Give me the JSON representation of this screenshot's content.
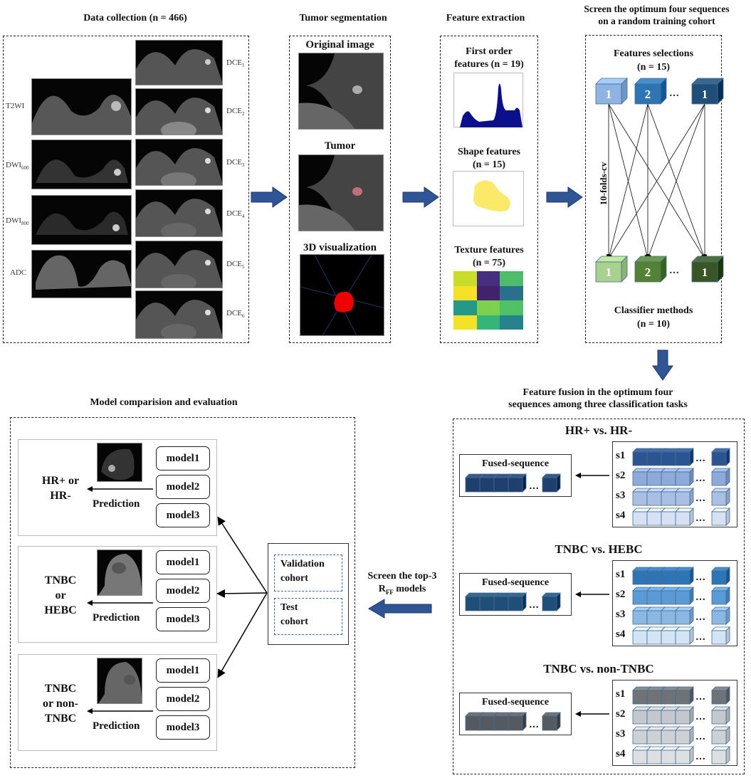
{
  "stages": {
    "data_collection": {
      "title": "Data collection (n = 466)",
      "left_sequences": [
        {
          "name": "T2WI",
          "sub": ""
        },
        {
          "name": "DWI",
          "sub": "600"
        },
        {
          "name": "DWI",
          "sub": "800"
        },
        {
          "name": "ADC",
          "sub": ""
        }
      ],
      "right_sequences": [
        {
          "name": "DCE",
          "sub": "1"
        },
        {
          "name": "DCE",
          "sub": "2"
        },
        {
          "name": "DCE",
          "sub": "3"
        },
        {
          "name": "DCE",
          "sub": "4"
        },
        {
          "name": "DCE",
          "sub": "5"
        },
        {
          "name": "DCE",
          "sub": "6"
        }
      ]
    },
    "tumor_segmentation": {
      "title": "Tumor segmentation",
      "panels": [
        "Original image",
        "Tumor",
        "3D visualization"
      ]
    },
    "feature_extraction": {
      "title": "Feature extraction",
      "groups": [
        {
          "label_line1": "First order",
          "label_line2": "features (n = 19)"
        },
        {
          "label_line1": "Shape features",
          "label_line2": "(n = 15)"
        },
        {
          "label_line1": "Texture features",
          "label_line2": "(n = 75)"
        }
      ],
      "texture_colors": [
        [
          "#c8dc2a",
          "#452e7d",
          "#4dbd6a"
        ],
        [
          "#f5e127",
          "#43216c",
          "#2b6f8e"
        ],
        [
          "#24998a",
          "#7ed14e",
          "#4fc267"
        ],
        [
          "#f5e127",
          "#34b679",
          "#26838e"
        ]
      ],
      "shape_color": "#fbe96a",
      "histogram_color": "#0b0f8c"
    },
    "screening": {
      "title_line1": "Screen the optimum four sequences",
      "title_line2": "on a random training cohort",
      "feature_selection_label": "Features selections",
      "feature_selection_count": "(n = 15)",
      "classifier_label": "Classifier methods",
      "classifier_count": "(n = 10)",
      "cv_label": "10-folds-cv",
      "selection_cubes": [
        {
          "text": "1",
          "color": "#8db4e2"
        },
        {
          "text": "2",
          "color": "#2e75b6"
        },
        {
          "text": "1",
          "color": "#1f4e79"
        }
      ],
      "classifier_cubes": [
        {
          "text": "1",
          "color": "#a9d18e"
        },
        {
          "text": "2",
          "color": "#548235"
        },
        {
          "text": "1",
          "color": "#375623"
        }
      ],
      "ellipsis": "…"
    },
    "feature_fusion": {
      "title_line1": "Feature fusion in the optimum four",
      "title_line2": "sequences among three classification tasks",
      "fused_label": "Fused-sequence",
      "tasks": [
        {
          "title": "HR+ vs. HR-",
          "fused_color": "#1f3f6e",
          "rows": [
            {
              "label": "s1",
              "color": "#2a5592"
            },
            {
              "label": "s2",
              "color": "#8eaadb"
            },
            {
              "label": "s3",
              "color": "#a9c0e4"
            },
            {
              "label": "s4",
              "color": "#d6e2f3"
            }
          ]
        },
        {
          "title": "TNBC vs. HEBC",
          "fused_color": "#1f4e79",
          "rows": [
            {
              "label": "s1",
              "color": "#2e75b6"
            },
            {
              "label": "s2",
              "color": "#5b9bd5"
            },
            {
              "label": "s3",
              "color": "#8ab8e3"
            },
            {
              "label": "s4",
              "color": "#d3e5f5"
            }
          ]
        },
        {
          "title": "TNBC vs. non-TNBC",
          "fused_color": "#555a60",
          "rows": [
            {
              "label": "s1",
              "color": "#6f7378"
            },
            {
              "label": "s2",
              "color": "#c4c8cc"
            },
            {
              "label": "s3",
              "color": "#cdd1d5"
            },
            {
              "label": "s4",
              "color": "#dde0e3"
            }
          ]
        }
      ]
    },
    "screen_top3": {
      "line1": "Screen the top-3",
      "line2_main": "R",
      "line2_sub": "FF",
      "line2_rest": " models"
    },
    "model_comparison": {
      "title": "Model comparision and evaluation",
      "prediction_label": "Prediction",
      "panels": [
        {
          "outcome_lines": [
            "HR+ or",
            "HR-"
          ],
          "models": [
            "model1",
            "model2",
            "model3"
          ]
        },
        {
          "outcome_lines": [
            "TNBC",
            "or",
            "HEBC"
          ],
          "models": [
            "model1",
            "model2",
            "model3"
          ]
        },
        {
          "outcome_lines": [
            "TNBC",
            "or non-",
            "TNBC"
          ],
          "models": [
            "model1",
            "model2",
            "model3"
          ]
        }
      ],
      "cohorts": [
        {
          "line1": "Validation",
          "line2": "cohort"
        },
        {
          "line1": "Test",
          "line2": "cohort"
        }
      ]
    }
  },
  "colors": {
    "arrow_fill": "#2f5597",
    "arrow_stroke": "#1f3864"
  }
}
